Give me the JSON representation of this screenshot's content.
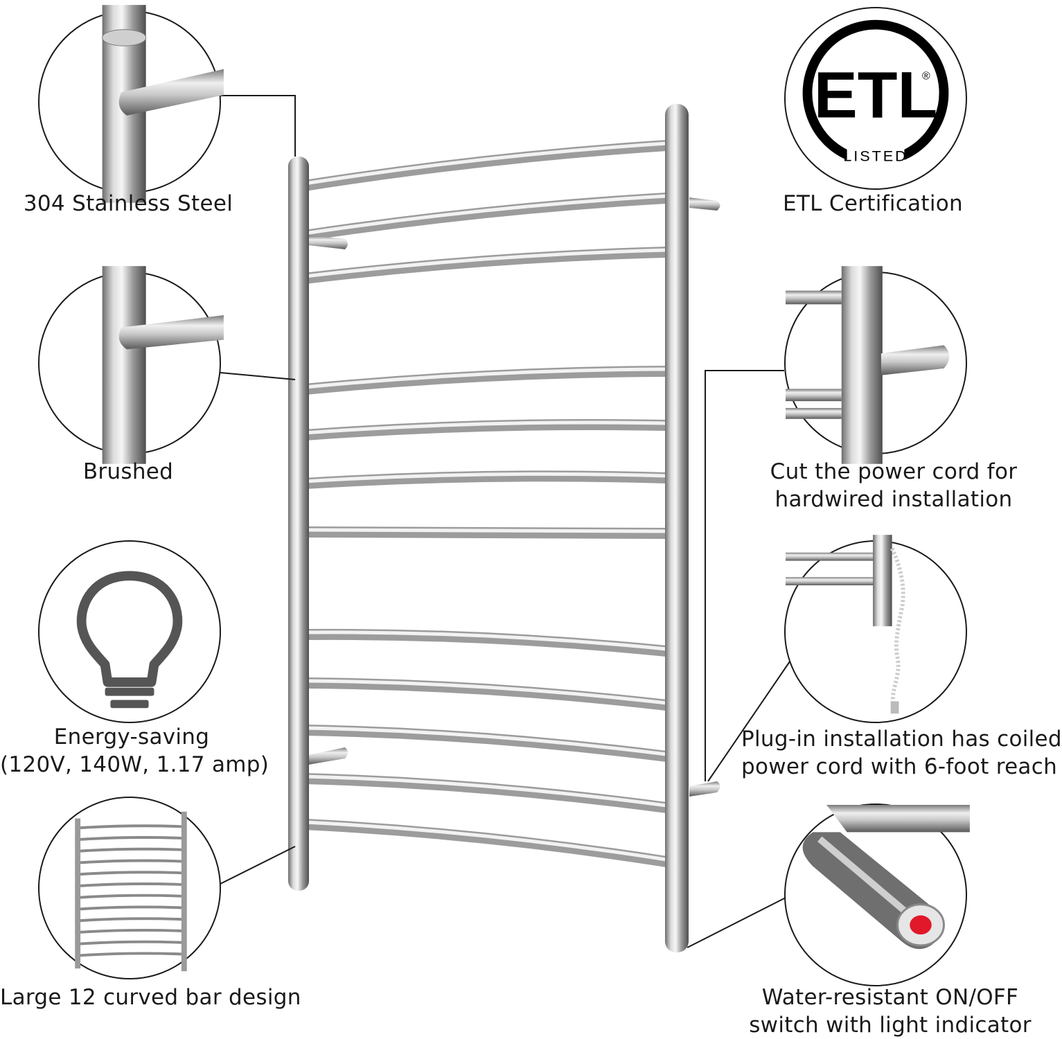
{
  "features": {
    "steel": {
      "label": "304 Stainless Steel",
      "icon": "tube-closeup-icon"
    },
    "brushed": {
      "label": "Brushed",
      "icon": "brushed-tube-closeup-icon"
    },
    "energy": {
      "label_line1": "Energy-saving",
      "label_line2": "(120V, 140W, 1.17 amp)",
      "icon": "lightbulb-icon"
    },
    "bars": {
      "label": "Large 12 curved bar design",
      "icon": "rack-thumbnail-icon"
    },
    "etl": {
      "label": "ETL Certification",
      "logo_text": "ETL",
      "logo_subtext": "LISTED",
      "logo_mark": "®"
    },
    "hardwire": {
      "label_line1": "Cut the power cord for",
      "label_line2": "hardwired installation",
      "icon": "wall-mount-closeup-icon"
    },
    "plugin": {
      "label_line1": "Plug-in installation has coiled",
      "label_line2": "power cord with 6-foot reach",
      "icon": "coiled-cord-icon"
    },
    "switch": {
      "label_line1": "Water-resistant ON/OFF",
      "label_line2": "switch with light indicator",
      "icon": "power-switch-icon"
    }
  },
  "product": {
    "bar_count": 12,
    "icon": "towel-warmer-rack-icon"
  },
  "colors": {
    "steel_light": "#e8e8e8",
    "steel_mid": "#a6a6a6",
    "steel_dark": "#555555",
    "line": "#1a1a1a",
    "bulb": "#555555",
    "switch_red": "#e0182a"
  }
}
